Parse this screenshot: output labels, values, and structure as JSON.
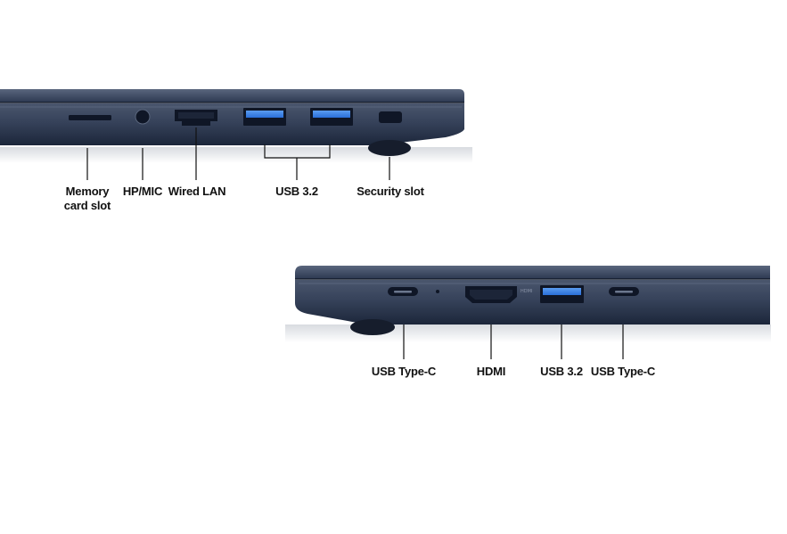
{
  "left_side_view": {
    "labels": {
      "memory_card_slot": [
        "Memory",
        "card slot"
      ],
      "hp_mic": "HP/MIC",
      "wired_lan": "Wired LAN",
      "usb32": "USB 3.2",
      "security_slot": "Security slot"
    }
  },
  "right_side_view": {
    "labels": {
      "usb_type_c_left": "USB Type-C",
      "hdmi": "HDMI",
      "usb32": "USB 3.2",
      "usb_type_c_right": "USB Type-C"
    },
    "hdmi_logo_text": "HDMI"
  },
  "colors": {
    "chassis_dark": "#1f2a3d",
    "chassis_mid": "#3a465d",
    "chassis_light": "#55627a",
    "usb_blue": "#3b82e6",
    "leader_line": "#111111",
    "label_text": "#111111"
  }
}
